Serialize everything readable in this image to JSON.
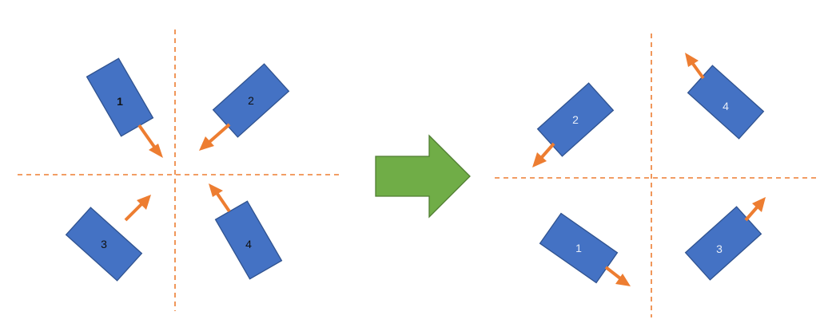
{
  "diagram": {
    "colors": {
      "vehicle_fill": "#4472C4",
      "vehicle_stroke": "#2F528F",
      "direction_arrow": "#ED7D31",
      "axis_line": "#ED7D31",
      "transition_arrow": "#70AD47"
    },
    "before": {
      "vehicles": [
        {
          "label": "1",
          "bold": true
        },
        {
          "label": "2"
        },
        {
          "label": "3"
        },
        {
          "label": "4"
        }
      ]
    },
    "after": {
      "vehicles": [
        {
          "label": "2"
        },
        {
          "label": "4"
        },
        {
          "label": "1"
        },
        {
          "label": "3"
        }
      ]
    }
  }
}
